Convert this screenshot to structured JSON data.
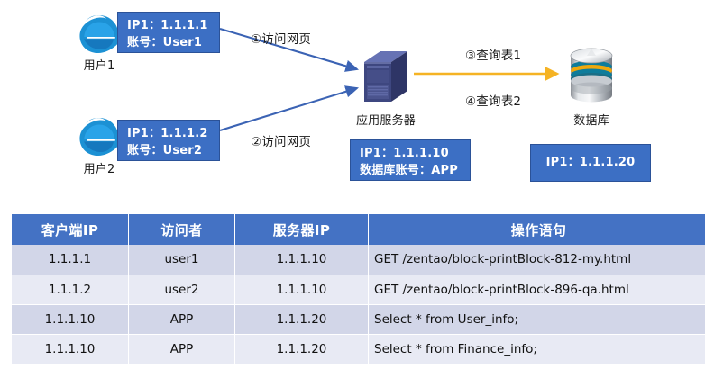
{
  "diagram": {
    "clients": [
      {
        "icon": "internet-explorer-icon",
        "caption": "用户1",
        "info": "IP1：1.1.1.1\n账号：User1"
      },
      {
        "icon": "internet-explorer-icon",
        "caption": "用户2",
        "info": "IP1：1.1.1.2\n账号：User2"
      }
    ],
    "app_server": {
      "icon": "server-tower-icon",
      "caption": "应用服务器",
      "info": "IP1：1.1.1.10\n数据库账号：APP"
    },
    "database": {
      "icon": "database-cylinder-icon",
      "caption": "数据库",
      "info": "IP1：1.1.1.20"
    },
    "flows": [
      {
        "label": "①访问网页",
        "color": "#3B63B4"
      },
      {
        "label": "②访问网页",
        "color": "#3B63B4"
      },
      {
        "label": "③查询表1",
        "color": "#F5B324"
      },
      {
        "label": "④查询表2",
        "color": "#F5B324"
      }
    ]
  },
  "table": {
    "headers": [
      "客户端IP",
      "访问者",
      "服务器IP",
      "操作语句"
    ],
    "rows": [
      [
        "1.1.1.1",
        "user1",
        "1.1.1.10",
        "GET  /zentao/block-printBlock-812-my.html"
      ],
      [
        "1.1.1.2",
        "user2",
        "1.1.1.10",
        "GET  /zentao/block-printBlock-896-qa.html"
      ],
      [
        "1.1.1.10",
        "APP",
        "1.1.1.20",
        "Select  *  from  User_info;"
      ],
      [
        "1.1.1.10",
        "APP",
        "1.1.1.20",
        "Select  *  from  Finance_info;"
      ]
    ]
  },
  "colors": {
    "header_blue": "#4472C4",
    "box_blue": "#3C6FC4",
    "arrow_blue": "#3B63B4",
    "arrow_orange": "#F5B324",
    "row_odd": "#D2D6E8",
    "row_even": "#E8EAF4"
  }
}
